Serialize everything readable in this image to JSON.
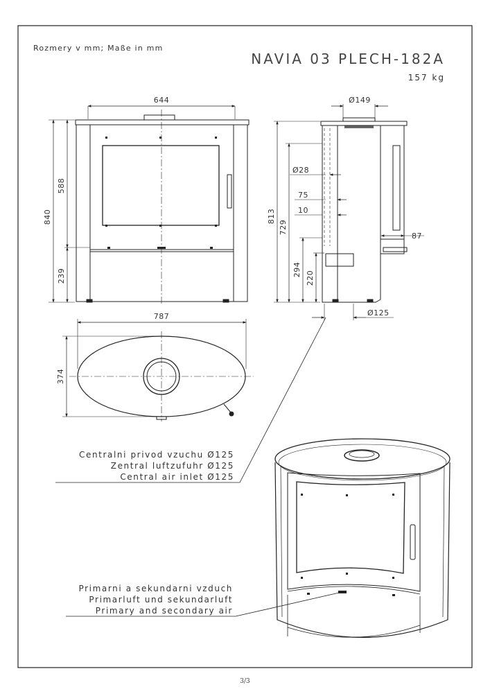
{
  "header": {
    "units_note": "Rozmery v mm; Maße in mm",
    "model_title": "NAVIA 03 PLECH-182A",
    "weight": "157 kg"
  },
  "front_view": {
    "width": "644",
    "total_height": "840",
    "door_height": "588",
    "base_height": "239"
  },
  "side_view": {
    "outlet_diameter": "Ø149",
    "height_813": "813",
    "height_729": "729",
    "diameter_28": "Ø28",
    "offset_75": "75",
    "offset_10": "10",
    "depth_87": "87",
    "height_294": "294",
    "height_220": "220",
    "inlet_diameter": "Ø125"
  },
  "top_view": {
    "width": "787",
    "depth": "374"
  },
  "callouts": {
    "air_inlet": [
      "Centralni privod vzuchu Ø125",
      "Zentral luftzufuhr Ø125",
      "Central air inlet Ø125"
    ],
    "primary_air": [
      "Primarni a sekundarni vzduch",
      "Primarluft und sekundarluft",
      "Primary and secondary air"
    ]
  },
  "footer": {
    "page": "3/3"
  }
}
